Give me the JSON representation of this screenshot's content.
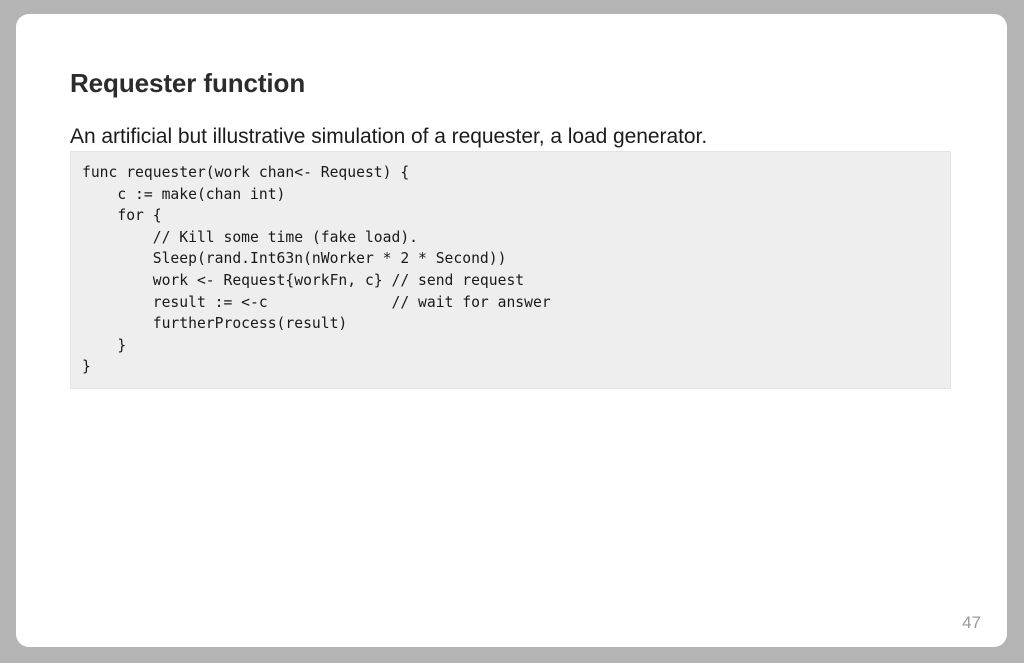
{
  "slide": {
    "title": "Requester function",
    "subtitle": "An artificial but illustrative simulation of a requester, a load generator.",
    "page_number": "47",
    "code": "func requester(work chan<- Request) {\n    c := make(chan int)\n    for {\n        // Kill some time (fake load).\n        Sleep(rand.Int63n(nWorker * 2 * Second))\n        work <- Request{workFn, c} // send request\n        result := <-c              // wait for answer\n        furtherProcess(result)\n    }\n}",
    "code_lines": [
      "func requester(work chan<- Request) {",
      "    c := make(chan int)",
      "    for {",
      "        // Kill some time (fake load).",
      "        Sleep(rand.Int63n(nWorker * 2 * Second))",
      "        work <- Request{workFn, c} // send request",
      "        result := <-c              // wait for answer",
      "        furtherProcess(result)",
      "    }",
      "}"
    ],
    "colors": {
      "stage_background": "#b4b4b4",
      "slide_background": "#ffffff",
      "title_color": "#2c2c2c",
      "body_color": "#1c1c1c",
      "code_background": "#eeeeee",
      "code_border": "#e4e4e4",
      "code_color": "#1a1a1a",
      "page_number_color": "#9a9a9a"
    }
  }
}
